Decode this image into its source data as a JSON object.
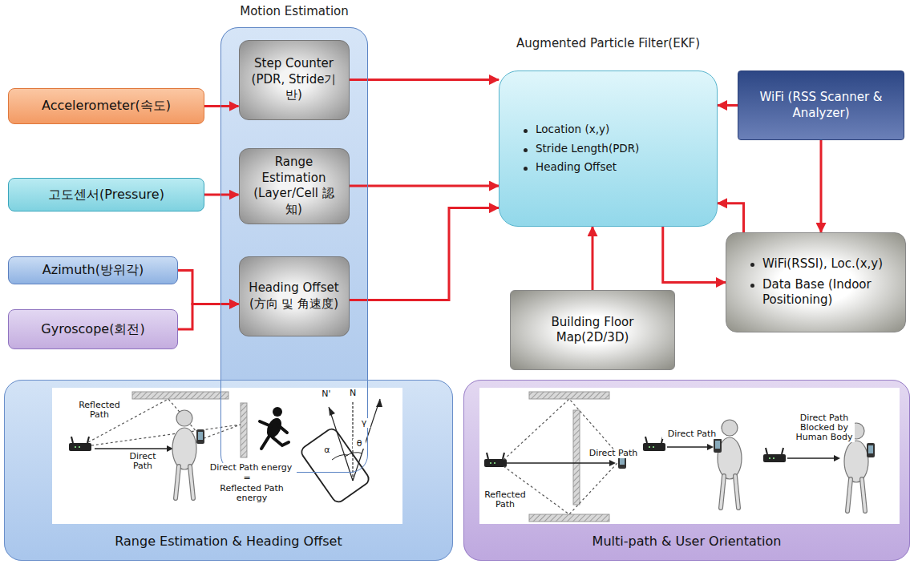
{
  "diagram": {
    "nodes": [
      {
        "text": [
          "Accelerometer(속도)"
        ]
      },
      {
        "text": [
          "고도센서(Pressure)"
        ]
      },
      {
        "text": [
          "Azimuth(방위각)"
        ]
      },
      {
        "text": [
          "Gyroscope(회전)"
        ]
      },
      {
        "text": [
          "Motion Estimation"
        ]
      },
      {
        "text": [
          "Step Counter (PDR, Stride기반)"
        ],
        "in": 4
      },
      {
        "text": [
          "Range Estimation (Layer/Cell 認知)"
        ],
        "in": 4
      },
      {
        "text": [
          "Heading Offset (方向 및 角速度)"
        ],
        "in": 4
      },
      {
        "text": [
          "Augmented Particle Filter(EKF)",
          "Location (x,y)",
          "Stride Length(PDR)",
          "Heading Offset"
        ]
      },
      {
        "text": [
          "WiFi (RSS Scanner & Analyzer)"
        ]
      },
      {
        "text": [
          "Building Floor Map(2D/3D)"
        ]
      },
      {
        "text": [
          "WiFi(RSSI), Loc.(x,y)",
          "Data Base (Indoor Positioning)"
        ]
      },
      {
        "text": [
          "Range Estimation & Heading Offset"
        ]
      },
      {
        "text": [
          "Multi-path & User Orientation"
        ]
      }
    ],
    "edges": [
      {
        "from": 0,
        "to": 5,
        "arrow": "to"
      },
      {
        "from": 1,
        "to": 6,
        "arrow": "to"
      },
      {
        "from": 2,
        "to": 7,
        "arrow": "to"
      },
      {
        "from": 3,
        "to": 7,
        "arrow": "to"
      },
      {
        "from": 5,
        "to": 8,
        "arrow": "to"
      },
      {
        "from": 6,
        "to": 8,
        "arrow": "to"
      },
      {
        "from": 7,
        "to": 8,
        "arrow": "to"
      },
      {
        "from": 9,
        "to": 8,
        "arrow": "to"
      },
      {
        "from": 9,
        "to": 11,
        "arrow": "to"
      },
      {
        "from": 11,
        "to": 8,
        "arrow": "to"
      },
      {
        "from": 10,
        "to": 8,
        "arrow": "to"
      },
      {
        "from": 8,
        "to": 11,
        "arrow": "to"
      }
    ],
    "labels": [
      "Reflected Path",
      "Direct Path",
      "Direct Path energy",
      "=",
      "Reflected Path energy",
      "N'",
      "N",
      "α",
      "θ",
      "γ",
      "Direct Path",
      "Reflected Path",
      "Direct Path",
      "Direct Path Blocked by Human Body"
    ]
  }
}
